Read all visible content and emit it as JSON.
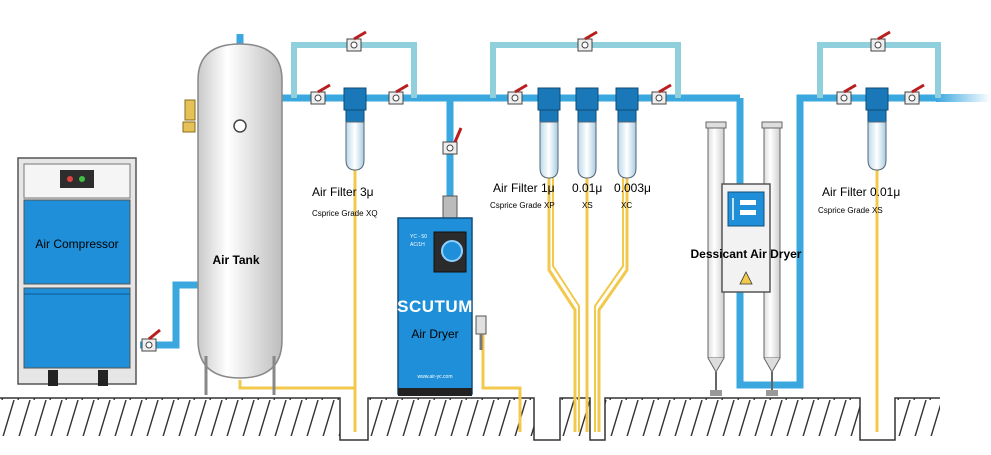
{
  "equipment": {
    "compressor": "Air Compressor",
    "tank": "Air Tank",
    "dryer_brand": "SCUTUM",
    "dryer": "Air Dryer",
    "dryer_model_line1": "YC - 50",
    "dryer_model_line2": "AC/1H",
    "dryer_website": "www.air-yc.com",
    "dessicant_dryer": "Dessicant Air Dryer"
  },
  "filters": [
    {
      "label": "Air Filter 3μ",
      "grade_label": "Csprice Grade",
      "grade": "XQ"
    },
    {
      "label": "Air Filter  1μ",
      "grade_label": "Csprice Grade",
      "grade": "XP"
    },
    {
      "label": "0.01μ",
      "grade": "XS"
    },
    {
      "label": "0.003μ",
      "grade": "XC"
    },
    {
      "label": "Air Filter 0.01μ",
      "grade_label": "Csprice Grade",
      "grade": "XS"
    }
  ],
  "colors": {
    "pipe": "#3aa7df",
    "bypass_pipe": "#8fd0dc",
    "drain_line": "#f2c94c",
    "equipment_blue": "#1e8fd8",
    "filter_blue": "#1a78b8",
    "valve_handle": "#b81e1e",
    "ground_hatch": "#333333"
  }
}
